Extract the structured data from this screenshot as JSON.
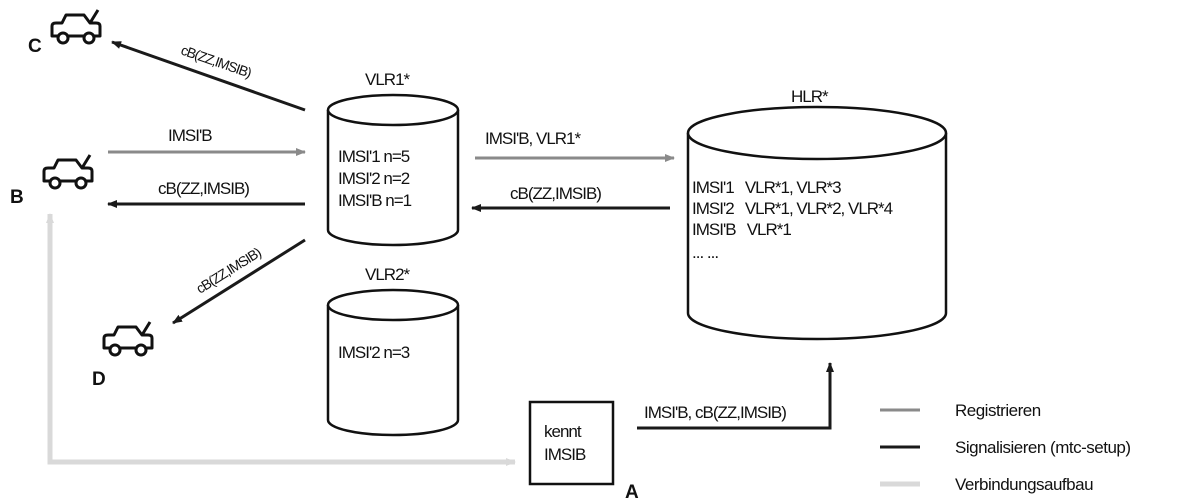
{
  "nodes": {
    "vlr1": {
      "title": "VLR1*",
      "rows": [
        "IMSI'1 n=5",
        "IMSI'2 n=2",
        "IMSI'B n=1"
      ]
    },
    "vlr2": {
      "title": "VLR2*",
      "rows": [
        "IMSI'2 n=3"
      ]
    },
    "hlr": {
      "title": "HLR*",
      "rows": [
        "IMSI'1   VLR*1, VLR*3",
        "IMSI'2   VLR*1, VLR*2, VLR*4",
        "IMSI'B   VLR*1",
        "... ..."
      ]
    },
    "box_a": {
      "line1": "kennt",
      "line2": "IMSIB"
    }
  },
  "station_labels": {
    "a": "A",
    "b": "B",
    "c": "C",
    "d": "D"
  },
  "arrows": {
    "to_c": "cB(ZZ,IMSIB)",
    "b_to_vlr1": "IMSI'B",
    "vlr1_to_b": "cB(ZZ,IMSIB)",
    "to_d": "cB(ZZ,IMSIB)",
    "vlr1_to_hlr": "IMSI'B, VLR1*",
    "hlr_to_vlr1": "cB(ZZ,IMSIB)",
    "a_to_hlr": "IMSI'B, cB(ZZ,IMSIB)"
  },
  "legend": [
    {
      "label": "Registrieren",
      "color": "#8a8a8a"
    },
    {
      "label": "Signalisieren (mtc-setup)",
      "color": "#1a1a1a"
    },
    {
      "label": "Verbindungsaufbau",
      "color": "#d9d9d9"
    }
  ],
  "icons": [
    "car-icon"
  ]
}
